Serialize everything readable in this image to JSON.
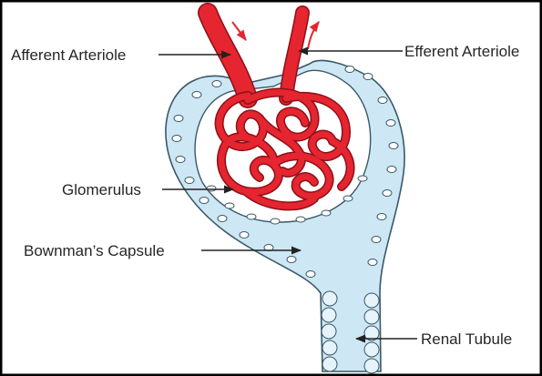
{
  "labels": {
    "afferent": "Afferent Arteriole",
    "efferent": "Efferent Arteriole",
    "glomerulus": "Glomerulus",
    "capsule": "Bownman’s Capsule",
    "tubule": "Renal Tubule"
  },
  "colors": {
    "capsule_fill": "#cde7f5",
    "capsule_stroke": "#3a5868",
    "vessel": "#e52530",
    "vessel_dark": "#8e1018",
    "frame": "#000000"
  }
}
